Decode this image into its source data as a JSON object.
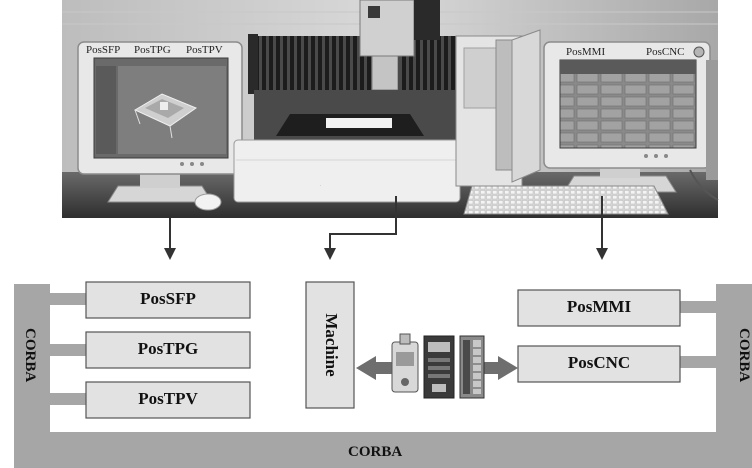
{
  "photo": {
    "left_monitor_labels": [
      "PosSFP",
      "PosTPG",
      "PosTPV"
    ],
    "right_monitor_labels": [
      "PosMMI",
      "PosCNC"
    ]
  },
  "modules_left": [
    "PosSFP",
    "PosTPG",
    "PosTPV"
  ],
  "machine": "Machine",
  "modules_right": [
    "PosMMI",
    "PosCNC"
  ],
  "corba": {
    "left": "CORBA",
    "right": "CORBA",
    "bottom": "CORBA"
  },
  "colors": {
    "bus": "#a6a6a6",
    "box_fill": "#e2e2e2",
    "box_stroke": "#555555",
    "arrow": "#333333",
    "double_arrow": "#6e6e6e"
  }
}
